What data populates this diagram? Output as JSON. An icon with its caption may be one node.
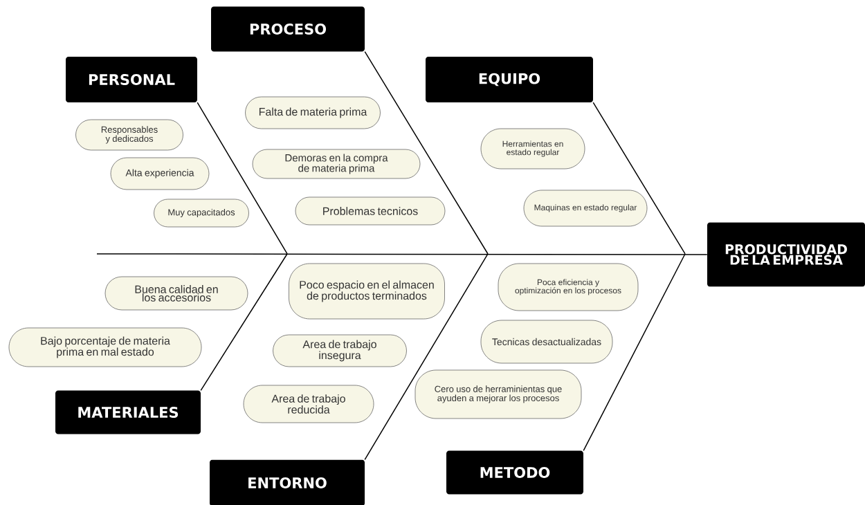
{
  "diagram": {
    "nodes": [
      {
        "text": [
          "PERSONAL"
        ]
      },
      {
        "text": [
          "Responsables y dedicados"
        ]
      },
      {
        "text": [
          "Alta experiencia"
        ]
      },
      {
        "text": [
          "Muy capacitados"
        ]
      },
      {
        "text": [
          "PROCESO"
        ]
      },
      {
        "text": [
          "Falta de materia prima"
        ]
      },
      {
        "text": [
          "Demoras en la compra de materia prima"
        ]
      },
      {
        "text": [
          "Problemas tecnicos"
        ]
      },
      {
        "text": [
          "EQUIPO"
        ]
      },
      {
        "text": [
          "Herramientas en estado regular"
        ]
      },
      {
        "text": [
          "Maquinas en estado regular"
        ]
      },
      {
        "text": [
          "PRODUCTIVIDAD DE LA EMPRESA"
        ]
      },
      {
        "text": [
          "MATERIALES"
        ]
      },
      {
        "text": [
          "Buena calidad en los accesorios"
        ]
      },
      {
        "text": [
          "Bajo porcentaje de materia prima en mal estado"
        ]
      },
      {
        "text": [
          "ENTORNO"
        ]
      },
      {
        "text": [
          "Poco espacio en el almacen de productos terminados"
        ]
      },
      {
        "text": [
          "Area de trabajo insegura"
        ]
      },
      {
        "text": [
          "Area de trabajo reducida"
        ]
      },
      {
        "text": [
          "METODO"
        ]
      },
      {
        "text": [
          "Poca eficiencia y optimización en los procesos"
        ]
      },
      {
        "text": [
          "Tecnicas desactualizadas"
        ]
      },
      {
        "text": [
          "Cero uso de herraminientas que ayuden a mejorar los procesos"
        ]
      }
    ],
    "edges": [
      {
        "from": null,
        "to": 11,
        "arrow": "none"
      },
      {
        "from": 0,
        "to": null,
        "arrow": "none"
      },
      {
        "from": 4,
        "to": null,
        "arrow": "none"
      },
      {
        "from": 8,
        "to": null,
        "arrow": "none"
      },
      {
        "from": 12,
        "to": null,
        "arrow": "none"
      },
      {
        "from": 15,
        "to": null,
        "arrow": "none"
      },
      {
        "from": 19,
        "to": null,
        "arrow": "none"
      }
    ]
  }
}
